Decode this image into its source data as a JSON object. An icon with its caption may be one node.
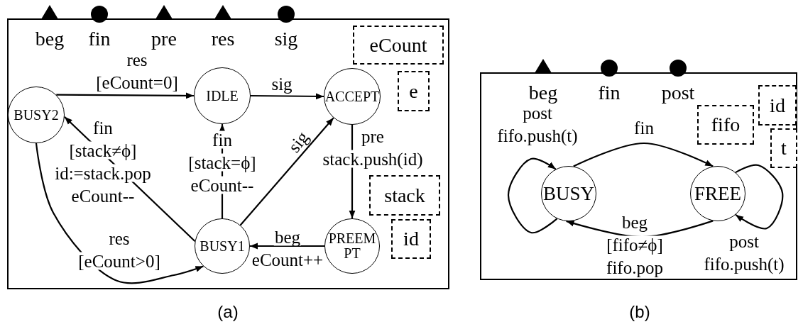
{
  "diagram": {
    "nodes": [
      {
        "text": [],
        "shape": "box",
        "beside": [
          "(a)"
        ]
      },
      {
        "text": [
          "eCount"
        ],
        "in": 0
      },
      {
        "text": [
          "e"
        ],
        "in": 0
      },
      {
        "text": [
          "BUSY2"
        ],
        "in": 0
      },
      {
        "text": [
          "IDLE"
        ],
        "in": 0
      },
      {
        "text": [
          "ACCEPT"
        ],
        "in": 0
      },
      {
        "text": [
          "stack"
        ],
        "in": 0
      },
      {
        "text": [
          "id"
        ],
        "in": 0
      },
      {
        "text": [
          "BUSY1"
        ],
        "in": 0
      },
      {
        "text": [
          "PREEM PT"
        ],
        "in": 0
      },
      {
        "text": [],
        "shape": "box",
        "beside": [
          "(b)"
        ]
      },
      {
        "text": [
          "id"
        ],
        "in": 10
      },
      {
        "text": [
          "fifo"
        ],
        "in": 10
      },
      {
        "text": [
          "t"
        ],
        "in": 10
      },
      {
        "text": [
          "BUSY"
        ],
        "in": 10
      },
      {
        "text": [
          "FREE"
        ],
        "in": 10
      }
    ],
    "edges": [
      {
        "from": 3,
        "to": 4,
        "arrow": "to",
        "label": "res [eCount=0]"
      },
      {
        "from": 4,
        "to": 5,
        "arrow": "to",
        "label": "sig"
      },
      {
        "from": 5,
        "to": 9,
        "arrow": "to",
        "label": "pre stack.push(id)"
      },
      {
        "from": 9,
        "to": 8,
        "arrow": "to",
        "label": "beg eCount++"
      },
      {
        "from": 8,
        "to": 5,
        "arrow": "to",
        "label": "sig"
      },
      {
        "from": 8,
        "to": 4,
        "arrow": "to",
        "label": "fin [stack=ϕ] eCount--"
      },
      {
        "from": 8,
        "to": 3,
        "arrow": "to",
        "label": "fin [stack≠ϕ] id:=stack.pop eCount--"
      },
      {
        "from": 3,
        "to": 8,
        "arrow": "to",
        "label": "res [eCount>0]"
      },
      {
        "from": 14,
        "to": 14,
        "arrow": "to",
        "label": "post fifo.push(t)"
      },
      {
        "from": 14,
        "to": 15,
        "arrow": "to",
        "label": "fin"
      },
      {
        "from": 15,
        "to": 14,
        "arrow": "to",
        "label": "beg [fifo≠ϕ] fifo.pop"
      },
      {
        "from": 15,
        "to": 15,
        "arrow": "to",
        "label": "post fifo.push(t)"
      }
    ],
    "labels": [
      "beg",
      "fin",
      "pre",
      "res",
      "sig",
      "beg",
      "fin",
      "post"
    ]
  }
}
